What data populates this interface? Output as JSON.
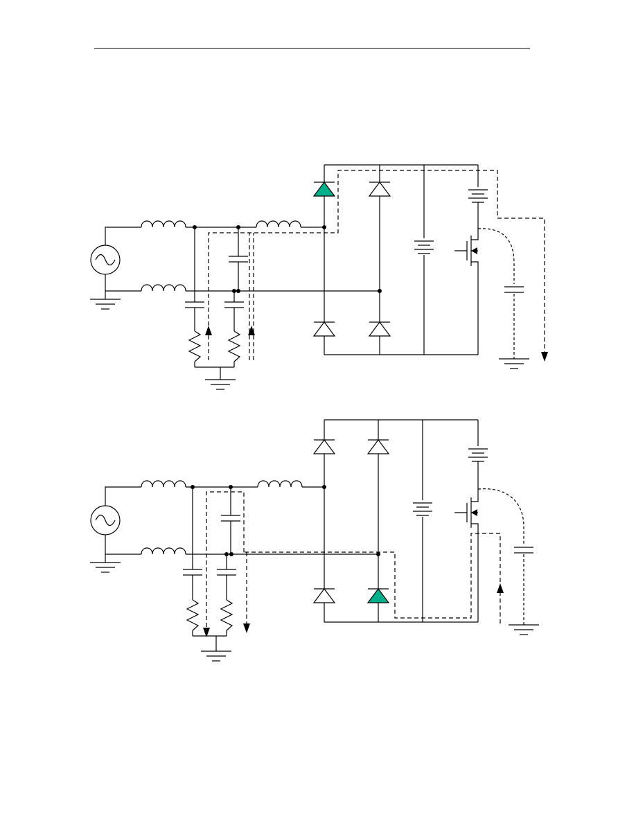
{
  "page": {
    "header_rule": true
  },
  "colors": {
    "conducting_diode": "#00b08a",
    "line": "#000000",
    "background": "#ffffff"
  },
  "diagrams": [
    {
      "id": "top",
      "conducting_diode": "upper-left"
    },
    {
      "id": "bottom",
      "conducting_diode": "lower-middle"
    }
  ]
}
